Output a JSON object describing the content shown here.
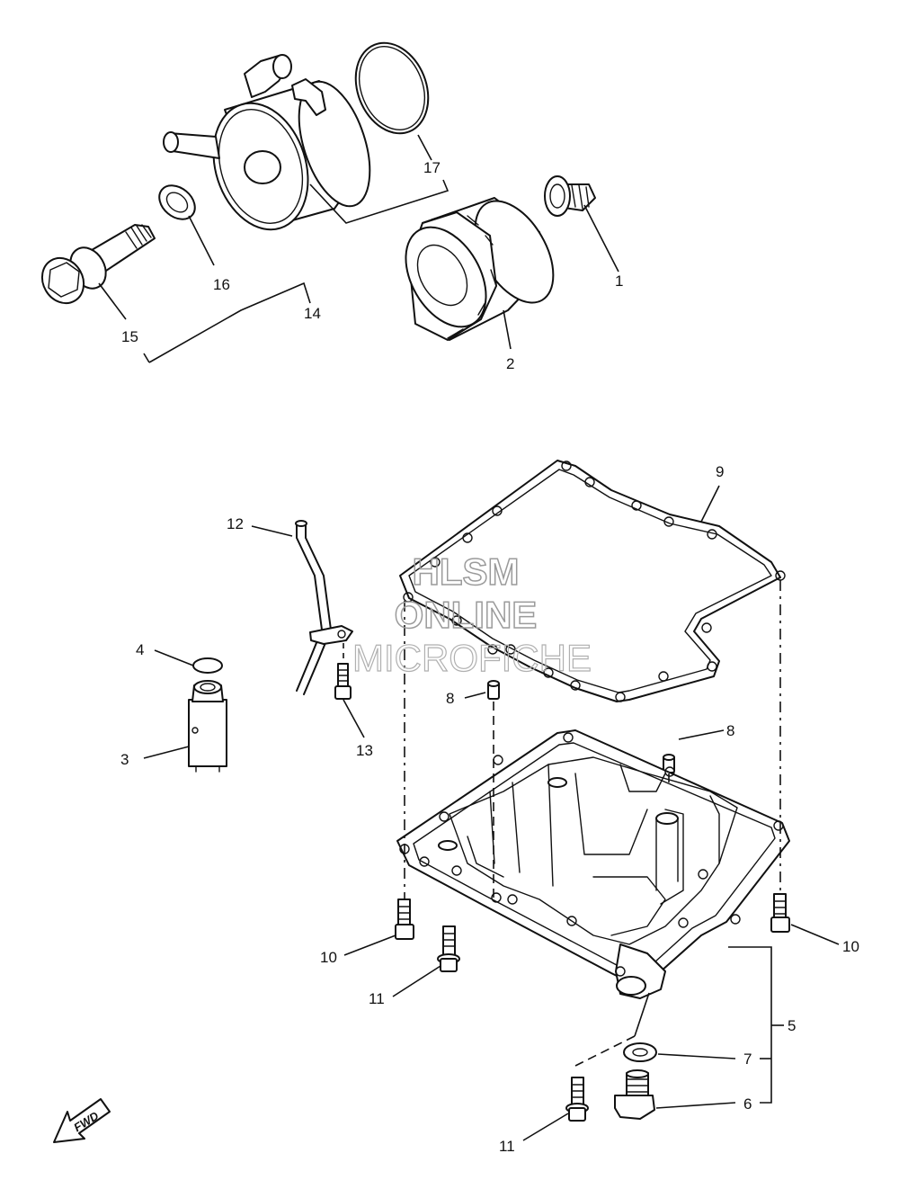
{
  "watermark": {
    "line1": "HLSM",
    "line2": "ONLINE",
    "line3": "MICROFICHE"
  },
  "direction_badge": {
    "text": "FWD"
  },
  "part_labels": {
    "p1": "1",
    "p2": "2",
    "p3": "3",
    "p4": "4",
    "p5": "5",
    "p6": "6",
    "p7": "7",
    "p8a": "8",
    "p8b": "8",
    "p9": "9",
    "p10a": "10",
    "p10b": "10",
    "p11a": "11",
    "p11b": "11",
    "p12": "12",
    "p13": "13",
    "p14": "14",
    "p15": "15",
    "p16": "16",
    "p17": "17"
  }
}
